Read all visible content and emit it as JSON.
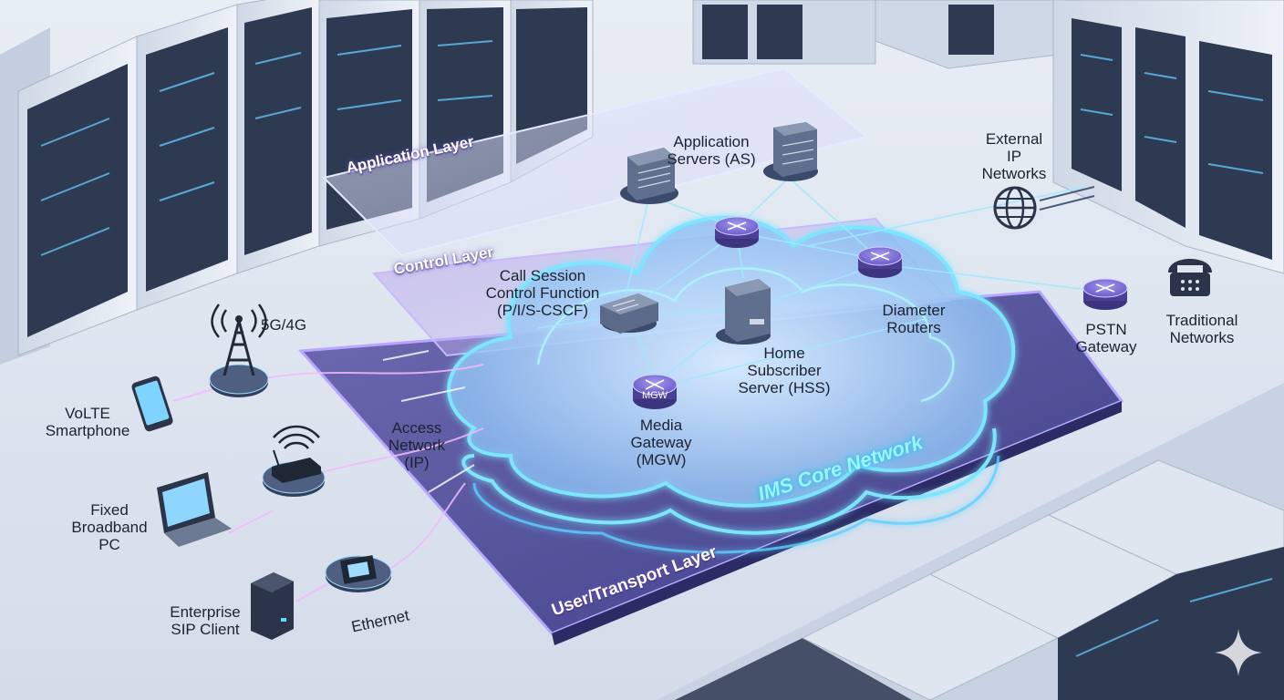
{
  "layers": {
    "application": "Application Layer",
    "control": "Control Layer",
    "transport": "User/Transport Layer",
    "core": "IMS Core Network"
  },
  "nodes": {
    "app_servers": [
      "Application",
      "Servers (AS)"
    ],
    "external_ip": [
      "External",
      "IP",
      "Networks"
    ],
    "cscf": [
      "Call Session",
      "Control Function",
      "(P/I/S-CSCF)"
    ],
    "diameter": [
      "Diameter",
      "Routers"
    ],
    "hss": [
      "Home",
      "Subscriber",
      "Server (HSS)"
    ],
    "mgw": [
      "Media",
      "Gateway",
      "(MGW)"
    ],
    "mgw_badge": "MGW",
    "pstn": [
      "PSTN",
      "Gateway"
    ],
    "traditional": [
      "Traditional",
      "Networks"
    ],
    "access": [
      "Access",
      "Network",
      "(IP)"
    ]
  },
  "clients": {
    "cell": "5G/4G",
    "volte": [
      "VoLTE",
      "Smartphone"
    ],
    "broadband": [
      "Fixed",
      "Broadband",
      "PC"
    ],
    "enterprise": [
      "Enterprise",
      "SIP Client"
    ],
    "ethernet": "Ethernet"
  },
  "icons": {
    "globe": "globe-icon",
    "phone": "desk-phone-icon",
    "tower": "cell-tower-icon",
    "router": "router-icon",
    "wifi": "wifi-router-icon",
    "ethernet_port": "ethernet-port-icon",
    "smartphone": "smartphone-icon",
    "laptop": "laptop-icon",
    "desktop": "desktop-tower-icon",
    "server": "server-icon",
    "switch": "switch-icon"
  },
  "colors": {
    "glow_cyan": "#3fd8ff",
    "plate_violet": "#6b4fd8",
    "router_purple": "#7c6fd9"
  }
}
